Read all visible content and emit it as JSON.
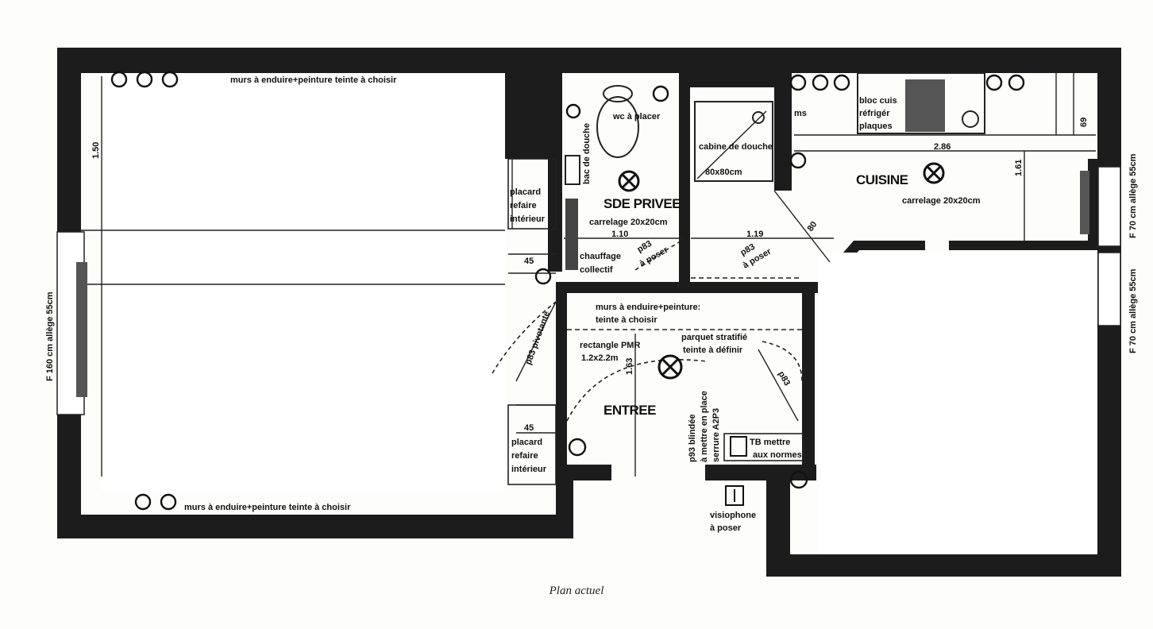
{
  "rooms": {
    "sde": "SDE PRIVEE",
    "cuisine": "CUISINE",
    "entree": "ENTREE"
  },
  "notes": {
    "murs_top": "murs à enduire+peinture teinte à choisir",
    "murs_bottom": "murs à enduire+peinture teinte à choisir",
    "wc": "wc à placer",
    "cabine": "cabine de douche",
    "cabine_dim": "80x80cm",
    "sde_carrelage": "carrelage 20x20cm",
    "cuisine_carrelage": "carrelage 20x20cm",
    "placard_top_1": "placard",
    "placard_top_2": "refaire",
    "placard_top_3": "intérieur",
    "placard_bot_1": "placard",
    "placard_bot_2": "refaire",
    "placard_bot_3": "intérieur",
    "chauffage_1": "chauffage",
    "chauffage_2": "collectif",
    "p83_1": "p83",
    "p83_2": "à poser",
    "p83_3": "p83",
    "p83_4": "à poser",
    "entree_murs_1": "murs à enduire+peinture:",
    "entree_murs_2": "teinte à choisir",
    "parquet_1": "parquet stratifié",
    "parquet_2": "teinte à définir",
    "rectangle_1": "rectangle PMR",
    "rectangle_2": "1.2x2.2m",
    "blindee_1": "p93 blindée",
    "blindee_2": "à mettre en place",
    "blindee_3": "serrure A2P3",
    "tableau_1": "TB mettre",
    "tableau_2": "aux normes",
    "visio_1": "visiophone",
    "visio_2": "à poser",
    "bloc_1": "bloc cuis",
    "bloc_2": "réfrigér",
    "bloc_3": "plaques",
    "p83_pivot": "p83 pivotante",
    "ms": "ms",
    "douche_note": "bac de douche"
  },
  "windows": {
    "left": "F 160 cm allège 55cm",
    "right_top": "F 70 cm allège 55cm",
    "right_bottom": "F 70 cm allège 55cm"
  },
  "dims": {
    "d150": "1.50",
    "d110": "1.10",
    "d119": "1.19",
    "d80": "80",
    "d286": "2.86",
    "d161": "1.61",
    "d45a": "45",
    "d45b": "45",
    "d163": "1.63",
    "d83": "p83",
    "d69": "69"
  },
  "caption": "Plan actuel"
}
